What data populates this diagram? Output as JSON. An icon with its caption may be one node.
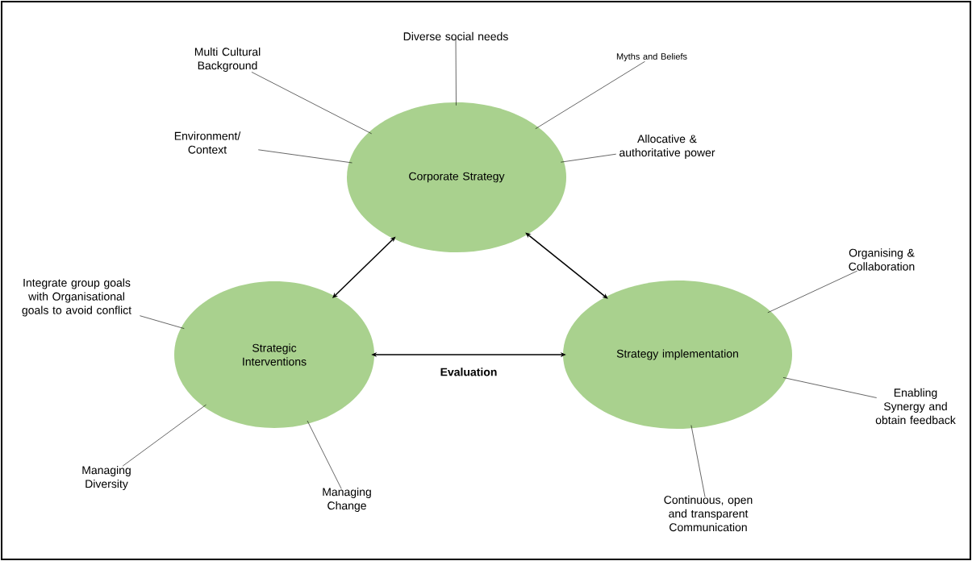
{
  "diagram": {
    "nodes": [
      {
        "text": [
          "Corporate Strategy"
        ]
      },
      {
        "text": [
          "Strategic Interventions"
        ]
      },
      {
        "text": [
          "Strategy implementation"
        ]
      },
      {
        "text": [
          "Diverse social needs"
        ]
      },
      {
        "text": [
          "Multi Cultural Background"
        ]
      },
      {
        "text": [
          "Myths and Beliefs"
        ]
      },
      {
        "text": [
          "Environment/ Context"
        ]
      },
      {
        "text": [
          "Allocative & authoritative power"
        ]
      },
      {
        "text": [
          "Integrate group goals with Organisational goals to avoid conflict"
        ]
      },
      {
        "text": [
          "Managing Diversity"
        ]
      },
      {
        "text": [
          "Managing Change"
        ]
      },
      {
        "text": [
          "Organising & Collaboration"
        ]
      },
      {
        "text": [
          "Enabling Synergy and obtain feedback"
        ]
      },
      {
        "text": [
          "Continuous, open and transparent Communication"
        ]
      }
    ],
    "edges": [
      {
        "from": 0,
        "to": 1,
        "arrow": "both"
      },
      {
        "from": 0,
        "to": 2,
        "arrow": "both"
      },
      {
        "from": 1,
        "to": 2,
        "arrow": "both",
        "label": "Evaluation"
      },
      {
        "from": 3,
        "to": 0,
        "arrow": "none"
      },
      {
        "from": 4,
        "to": 0,
        "arrow": "none"
      },
      {
        "from": 5,
        "to": 0,
        "arrow": "none"
      },
      {
        "from": 6,
        "to": 0,
        "arrow": "none"
      },
      {
        "from": 7,
        "to": 0,
        "arrow": "none"
      },
      {
        "from": 8,
        "to": 1,
        "arrow": "none"
      },
      {
        "from": 9,
        "to": 1,
        "arrow": "none"
      },
      {
        "from": 10,
        "to": 1,
        "arrow": "none"
      },
      {
        "from": 11,
        "to": 2,
        "arrow": "none"
      },
      {
        "from": 12,
        "to": 2,
        "arrow": "none"
      },
      {
        "from": 13,
        "to": 2,
        "arrow": "none"
      }
    ]
  }
}
